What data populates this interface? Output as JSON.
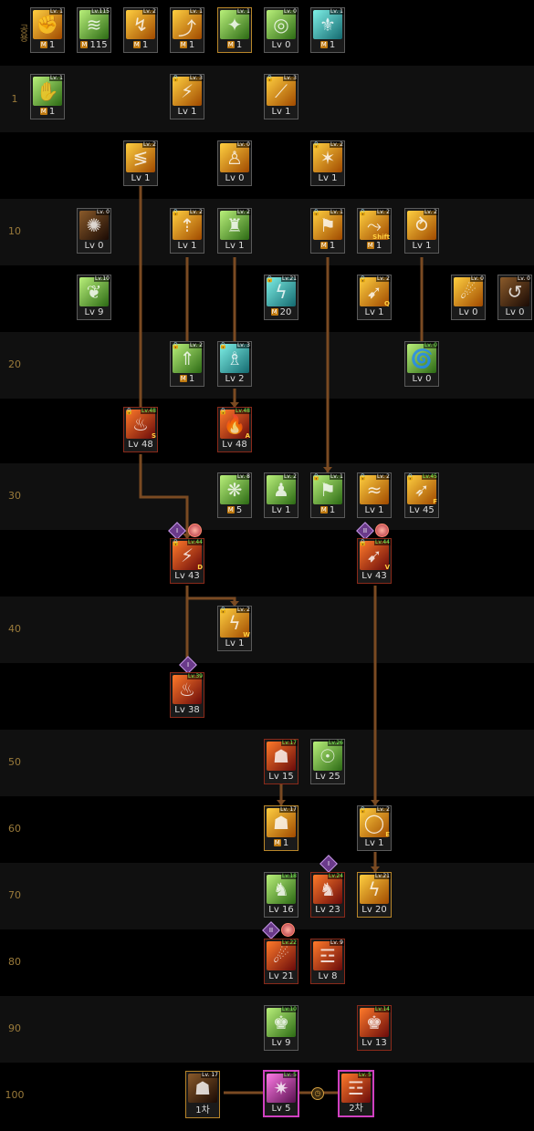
{
  "row_labels": [
    "공용",
    "1",
    "",
    "10",
    "",
    "20",
    "",
    "30",
    "",
    "40",
    "",
    "50",
    "60",
    "70",
    "80",
    "90",
    "100"
  ],
  "skills": {
    "s1": {
      "lv": "1",
      "m": true,
      "badge": "Lv. 1"
    },
    "s2": {
      "lv": "115",
      "m": true,
      "badge": "Lv.115"
    },
    "s3": {
      "lv": "1",
      "m": true,
      "badge": "Lv. 2"
    },
    "s4": {
      "lv": "1",
      "m": true,
      "badge": "Lv. 1"
    },
    "s5": {
      "lv": "1",
      "m": true,
      "badge": "Lv. 1"
    },
    "s6": {
      "lv": "Lv 0",
      "badge": "Lv. 0"
    },
    "s7": {
      "lv": "1",
      "m": true,
      "badge": "Lv. 1"
    },
    "s8": {
      "lv": "1",
      "m": true,
      "badge": "Lv. 1"
    },
    "s9": {
      "lv": "Lv 1",
      "badge": "Lv. 3"
    },
    "s10": {
      "lv": "Lv 1",
      "badge": "Lv. 3"
    },
    "s11": {
      "lv": "Lv 1",
      "badge": "Lv. 2"
    },
    "s12": {
      "lv": "Lv 0",
      "badge": "Lv. 0"
    },
    "s13": {
      "lv": "Lv 1",
      "badge": "Lv. 2"
    },
    "s14": {
      "lv": "Lv 0",
      "badge": "Lv. 0"
    },
    "s15": {
      "lv": "Lv 1",
      "badge": "Lv. 2"
    },
    "s16": {
      "lv": "Lv 1",
      "badge": "Lv. 2"
    },
    "s17": {
      "lv": "1",
      "m": true,
      "badge": "Lv. 1"
    },
    "s18": {
      "lv": "1",
      "m": true,
      "badge": "Lv. 2",
      "key": "Shift"
    },
    "s19": {
      "lv": "Lv 1",
      "badge": "Lv. 2"
    },
    "s20": {
      "lv": "Lv 9",
      "badge": "Lv.10"
    },
    "s21": {
      "lv": "20",
      "m": true,
      "badge": "Lv.21"
    },
    "s22": {
      "lv": "Lv 1",
      "badge": "Lv. 2",
      "key": "Q"
    },
    "s23": {
      "lv": "Lv 0",
      "badge": "Lv. 0"
    },
    "s24": {
      "lv": "Lv 0",
      "badge": "Lv. 0"
    },
    "s25": {
      "lv": "1",
      "m": true,
      "badge": "Lv. 2"
    },
    "s26": {
      "lv": "Lv 2",
      "badge": "Lv. 3"
    },
    "s27": {
      "lv": "Lv 0",
      "badge": "Lv. 0"
    },
    "s28": {
      "lv": "Lv 48",
      "badge": "Lv.48",
      "key": "S"
    },
    "s29": {
      "lv": "Lv 48",
      "badge": "Lv.48",
      "key": "A"
    },
    "s30": {
      "lv": "5",
      "m": true,
      "badge": "Lv. 8"
    },
    "s31": {
      "lv": "Lv 1",
      "badge": "Lv. 2"
    },
    "s32": {
      "lv": "1",
      "m": true,
      "badge": "Lv. 1"
    },
    "s33": {
      "lv": "Lv 1",
      "badge": "Lv. 2"
    },
    "s34": {
      "lv": "Lv 45",
      "badge": "Lv.45",
      "key": "F"
    },
    "s35": {
      "lv": "Lv 43",
      "badge": "Lv.44",
      "key": "D"
    },
    "s36": {
      "lv": "Lv 43",
      "badge": "Lv.44",
      "key": "V"
    },
    "s37": {
      "lv": "Lv 1",
      "badge": "Lv. 2",
      "key": "W"
    },
    "s38": {
      "lv": "Lv 38",
      "badge": "Lv.39"
    },
    "s39": {
      "lv": "Lv 15",
      "badge": "Lv.17"
    },
    "s40": {
      "lv": "Lv 25",
      "badge": "Lv.26"
    },
    "s41": {
      "lv": "1",
      "m": true,
      "badge": "Lv. 17"
    },
    "s42": {
      "lv": "Lv 1",
      "badge": "Lv. 2",
      "key": "E"
    },
    "s43": {
      "lv": "Lv 16",
      "badge": "Lv.18"
    },
    "s44": {
      "lv": "Lv 23",
      "badge": "Lv.24"
    },
    "s45": {
      "lv": "Lv 20",
      "badge": "Lv.21"
    },
    "s46": {
      "lv": "Lv 21",
      "badge": "Lv.22"
    },
    "s47": {
      "lv": "Lv 8",
      "badge": "Lv. 9"
    },
    "s48": {
      "lv": "Lv 9",
      "badge": "Lv.10"
    },
    "s49": {
      "lv": "Lv 13",
      "badge": "Lv.14"
    },
    "s50": {
      "lv": "1차",
      "badge": "Lv. 17"
    },
    "s51": {
      "lv": "Lv 5",
      "badge": "Lv. 5"
    },
    "s52": {
      "lv": "2차",
      "badge": "Lv. 5"
    }
  },
  "gem_labels": {
    "g1": "I",
    "g2": "II",
    "g3": "I",
    "g4": "I",
    "g5": "II"
  },
  "colors": {
    "background": "#000000",
    "connector": "#7a4a22",
    "row_label": "#9a7a3a"
  }
}
